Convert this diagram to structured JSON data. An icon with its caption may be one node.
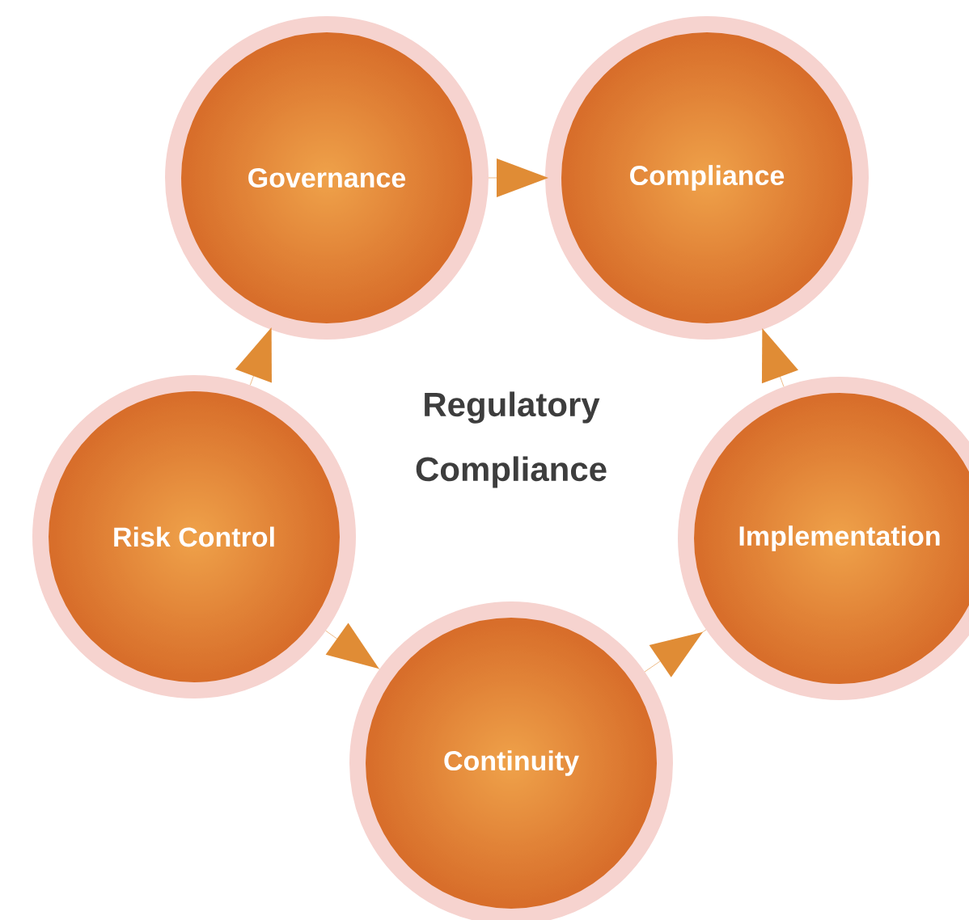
{
  "diagram": {
    "title": "Regulatory Compliance",
    "nodes": [
      {
        "text": [
          "Governance"
        ]
      },
      {
        "text": [
          "Compliance"
        ]
      },
      {
        "text": [
          "Risk Control"
        ]
      },
      {
        "text": [
          "Implementation"
        ]
      },
      {
        "text": [
          "Continuity"
        ]
      }
    ],
    "edges": [
      {
        "from": 0,
        "to": 1,
        "arrow": "to"
      },
      {
        "from": 3,
        "to": 1,
        "arrow": "to"
      },
      {
        "from": 4,
        "to": 3,
        "arrow": "to"
      },
      {
        "from": 2,
        "to": 4,
        "arrow": "to"
      },
      {
        "from": 2,
        "to": 0,
        "arrow": "to"
      }
    ]
  }
}
